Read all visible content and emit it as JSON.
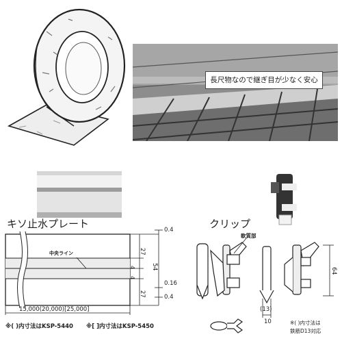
{
  "photo_callout": "長尺物なので継ぎ目が少なく安心",
  "plate": {
    "title": "キソ止水プレート",
    "center_line_label": "中央ライン",
    "dim_top": "0.4",
    "dim_side_upper": "27",
    "dim_center_a": "4",
    "dim_center_b": "4",
    "dim_side_lower": "27",
    "dim_total": "54",
    "dim_gap": "0.16",
    "dim_bottom": "0.4",
    "length": "15,000(20,000)[25,000]",
    "note_ksp5440": "※(  )内寸法はKSP-5440",
    "note_ksp5450": "※[  ]内寸法はKSP-5450"
  },
  "clip": {
    "title": "クリップ",
    "soft_part_label": "軟質部",
    "dim_height": "64",
    "dim_13": "(13)",
    "dim_10": "10",
    "note_line1": "※(  )内寸法は",
    "note_line2": "鉄筋D13対応"
  }
}
